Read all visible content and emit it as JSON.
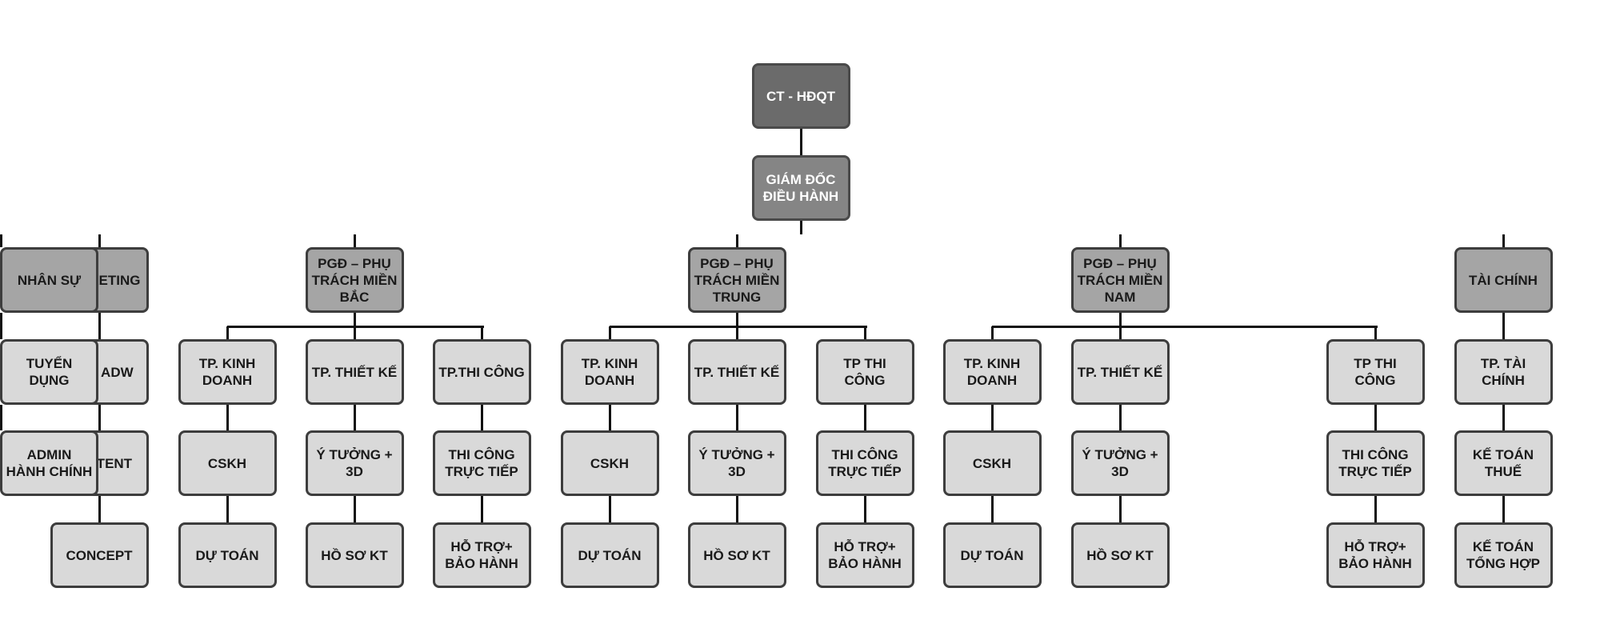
{
  "root": {
    "label": "CT - HĐQT"
  },
  "ceo": {
    "label": "GIÁM ĐỐC\nĐIỀU HÀNH"
  },
  "departments": [
    {
      "label": "MARKETING",
      "children": [
        {
          "label": "SEO/ ADW",
          "items": [
            "CONTENT",
            "CONCEPT"
          ]
        }
      ]
    },
    {
      "label": "PGĐ – PHỤ\nTRÁCH MIỀN\nBẮC",
      "children": [
        {
          "label": "TP. KINH\nDOANH",
          "items": [
            "CSKH",
            "DỰ TOÁN"
          ]
        },
        {
          "label": "TP. THIẾT KẾ",
          "items": [
            "Ý TƯỞNG +\n3D",
            "HỒ SƠ KT"
          ]
        },
        {
          "label": "TP.THI CÔNG",
          "items": [
            "THI CÔNG\nTRỰC TIẾP",
            "HỖ TRỢ+\nBẢO HÀNH"
          ]
        }
      ]
    },
    {
      "label": "PGĐ – PHỤ\nTRÁCH MIỀN\nTRUNG",
      "children": [
        {
          "label": "TP. KINH\nDOANH",
          "items": [
            "CSKH",
            "DỰ TOÁN"
          ]
        },
        {
          "label": "TP. THIẾT KẾ",
          "items": [
            "Ý TƯỞNG +\n3D",
            "HỒ SƠ KT"
          ]
        },
        {
          "label": "TP THI CÔNG",
          "items": [
            "THI CÔNG\nTRỰC TIẾP",
            "HỖ TRỢ+\nBẢO HÀNH"
          ]
        }
      ]
    },
    {
      "label": "PGĐ – PHỤ\nTRÁCH MIỀN\nNAM",
      "children": [
        {
          "label": "TP. KINH\nDOANH",
          "items": [
            "CSKH",
            "DỰ TOÁN"
          ]
        },
        {
          "label": "TP. THIẾT KẾ",
          "items": [
            "Ý TƯỞNG +\n3D",
            "HỒ SƠ KT"
          ]
        },
        {
          "label": "TP THI CÔNG",
          "items": [
            "THI CÔNG\nTRỰC TIẾP",
            "HỖ TRỢ+\nBẢO HÀNH"
          ]
        }
      ]
    },
    {
      "label": "TÀI CHÍNH",
      "children": [
        {
          "label": "TP. TÀI\nCHÍNH",
          "items": [
            "KẾ TOÁN\nTHUẾ",
            "KẾ TOÁN\nTỔNG HỢP"
          ]
        }
      ]
    },
    {
      "label": "NHÂN SỰ",
      "children": [
        {
          "label": "TUYỂN\nDỤNG",
          "items": [
            "ADMIN\nHÀNH CHÍNH"
          ]
        }
      ]
    }
  ],
  "colors": {
    "root_fill": "#6b6b6b",
    "ceo_fill": "#858585",
    "department_fill": "#a5a5a5",
    "unit_fill": "#d9d9d9",
    "border": "#3d3d3d",
    "connector": "#111111"
  }
}
